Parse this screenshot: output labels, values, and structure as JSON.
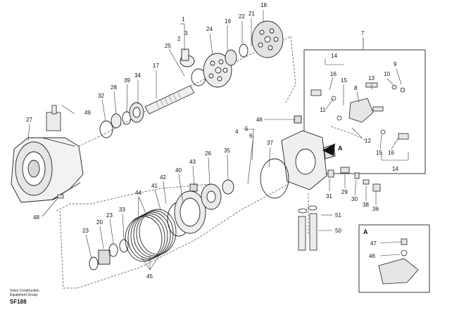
{
  "diagram": {
    "detail_view_label": "A",
    "arrow_marker_label": "A",
    "footer": {
      "company_line1": "Volvo Construction",
      "company_line2": "Equipment Group",
      "code": "SF188"
    },
    "callouts": [
      {
        "id": "c1",
        "text": "1"
      },
      {
        "id": "c2",
        "text": "2"
      },
      {
        "id": "c3",
        "text": "3"
      },
      {
        "id": "c18",
        "text": "18"
      },
      {
        "id": "c21",
        "text": "21"
      },
      {
        "id": "c22",
        "text": "22"
      },
      {
        "id": "c19",
        "text": "19"
      },
      {
        "id": "c24",
        "text": "24"
      },
      {
        "id": "c25",
        "text": "25"
      },
      {
        "id": "c17",
        "text": "17"
      },
      {
        "id": "c34",
        "text": "34"
      },
      {
        "id": "c39",
        "text": "39"
      },
      {
        "id": "c28",
        "text": "28"
      },
      {
        "id": "c32",
        "text": "32"
      },
      {
        "id": "c49",
        "text": "49"
      },
      {
        "id": "c27",
        "text": "27"
      },
      {
        "id": "c48",
        "text": "48"
      },
      {
        "id": "c7",
        "text": "7"
      },
      {
        "id": "c14a",
        "text": "14"
      },
      {
        "id": "c16a",
        "text": "16"
      },
      {
        "id": "c15a",
        "text": "15"
      },
      {
        "id": "c13",
        "text": "13"
      },
      {
        "id": "c9",
        "text": "9"
      },
      {
        "id": "c10",
        "text": "10"
      },
      {
        "id": "c8",
        "text": "8"
      },
      {
        "id": "c11",
        "text": "11"
      },
      {
        "id": "c12",
        "text": "12"
      },
      {
        "id": "c15b",
        "text": "15"
      },
      {
        "id": "c16b",
        "text": "16"
      },
      {
        "id": "c14b",
        "text": "14"
      },
      {
        "id": "c46a",
        "text": "46"
      },
      {
        "id": "c5",
        "text": "5"
      },
      {
        "id": "c4",
        "text": "4"
      },
      {
        "id": "c6",
        "text": "6"
      },
      {
        "id": "c37",
        "text": "37"
      },
      {
        "id": "c26",
        "text": "26"
      },
      {
        "id": "c35",
        "text": "35"
      },
      {
        "id": "c43",
        "text": "43"
      },
      {
        "id": "c40",
        "text": "40"
      },
      {
        "id": "c42",
        "text": "42"
      },
      {
        "id": "c41",
        "text": "41"
      },
      {
        "id": "c44",
        "text": "44"
      },
      {
        "id": "c33",
        "text": "33"
      },
      {
        "id": "c23a",
        "text": "23"
      },
      {
        "id": "c20",
        "text": "20"
      },
      {
        "id": "c23b",
        "text": "23"
      },
      {
        "id": "c45",
        "text": "45"
      },
      {
        "id": "c31",
        "text": "31"
      },
      {
        "id": "c29",
        "text": "29"
      },
      {
        "id": "c30",
        "text": "30"
      },
      {
        "id": "c38",
        "text": "38"
      },
      {
        "id": "c36",
        "text": "36"
      },
      {
        "id": "c51",
        "text": "51"
      },
      {
        "id": "c50",
        "text": "50"
      },
      {
        "id": "c47",
        "text": "47"
      },
      {
        "id": "c46b",
        "text": "46"
      }
    ]
  }
}
